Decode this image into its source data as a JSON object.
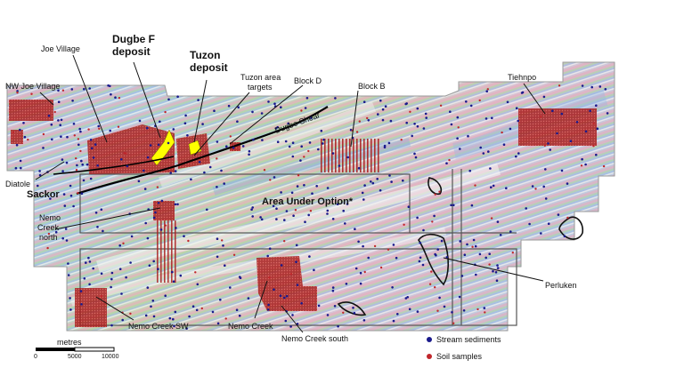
{
  "labels": {
    "nw_joe_village": "NW Joe Village",
    "joe_village": "Joe Village",
    "dugbe_f": [
      "Dugbe F",
      "deposit"
    ],
    "tuzon": [
      "Tuzon",
      "deposit"
    ],
    "tuzon_targets": [
      "Tuzon area",
      "targets"
    ],
    "block_d": "Block D",
    "block_b": "Block B",
    "tiehnpo": "Tiehnpo",
    "dugbe_shear": "Dugbe Shear",
    "diatole": "Diatole",
    "sackor": "Sackor",
    "area_under_option": "Area Under Option*",
    "nemo_creek_north": [
      "Nemo",
      "Creek",
      "north"
    ],
    "perluken": "Perluken",
    "nemo_creek_sw": "Nemo Creek SW",
    "nemo_creek": "Nemo Creek",
    "nemo_creek_south": "Nemo Creek south"
  },
  "scale_bar": {
    "title": "metres",
    "ticks": [
      "0",
      "5000",
      "10000"
    ]
  },
  "legend": {
    "stream_sediments": {
      "label": "Stream sediments",
      "color": "#1a1a8c"
    },
    "soil_samples": {
      "label": "Soil samples",
      "color": "#c0262b"
    }
  },
  "colors": {
    "terrain_base": "#c9c1d9",
    "terrain_pink": "#e8a7b5",
    "terrain_green": "#a8d59b",
    "terrain_blue": "#8fb6e6",
    "terrain_yellow": "#e7e39a",
    "soil_block": "#a8201f",
    "deposit": "#ffff00",
    "shear": "#000000",
    "option_outline": "#555555"
  }
}
